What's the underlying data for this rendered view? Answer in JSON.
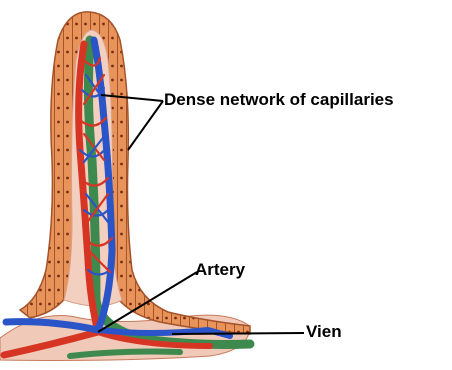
{
  "diagram": {
    "labels": {
      "capillaries": "Dense network of capillaries",
      "artery": "Artery",
      "vien": "Vien"
    },
    "colors": {
      "epithelium": "#e8935a",
      "epithelium_outline": "#a4532a",
      "lamina": "#f3cfc0",
      "artery": "#d73524",
      "vein": "#2a54c8",
      "lacteal": "#3e8a4e",
      "leader_line": "#000000"
    }
  }
}
